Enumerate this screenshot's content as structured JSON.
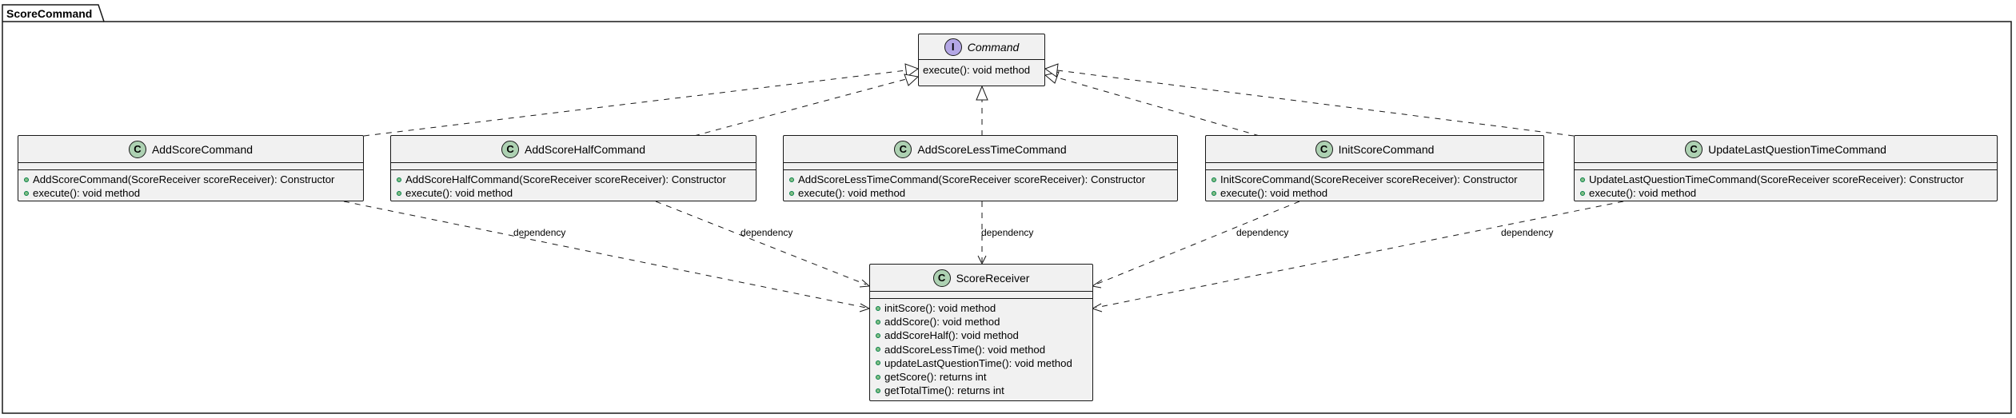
{
  "package": {
    "name": "ScoreCommand"
  },
  "interface": {
    "stereotype": "I",
    "name": "Command",
    "methods": [
      "execute(): void method"
    ]
  },
  "commands": [
    {
      "stereotype": "C",
      "name": "AddScoreCommand",
      "methods": [
        "AddScoreCommand(ScoreReceiver scoreReceiver): Constructor",
        "execute(): void method"
      ]
    },
    {
      "stereotype": "C",
      "name": "AddScoreHalfCommand",
      "methods": [
        "AddScoreHalfCommand(ScoreReceiver scoreReceiver): Constructor",
        "execute(): void method"
      ]
    },
    {
      "stereotype": "C",
      "name": "AddScoreLessTimeCommand",
      "methods": [
        "AddScoreLessTimeCommand(ScoreReceiver scoreReceiver): Constructor",
        "execute(): void method"
      ]
    },
    {
      "stereotype": "C",
      "name": "InitScoreCommand",
      "methods": [
        "InitScoreCommand(ScoreReceiver scoreReceiver): Constructor",
        "execute(): void method"
      ]
    },
    {
      "stereotype": "C",
      "name": "UpdateLastQuestionTimeCommand",
      "methods": [
        "UpdateLastQuestionTimeCommand(ScoreReceiver scoreReceiver): Constructor",
        "execute(): void method"
      ]
    }
  ],
  "receiver": {
    "stereotype": "C",
    "name": "ScoreReceiver",
    "methods": [
      "initScore(): void method",
      "addScore(): void method",
      "addScoreHalf(): void method",
      "addScoreLessTime(): void method",
      "updateLastQuestionTime(): void method",
      "getScore(): returns int",
      "getTotalTime(): returns int"
    ]
  },
  "dependency_labels": [
    "dependency",
    "dependency",
    "dependency",
    "dependency",
    "dependency"
  ],
  "colors": {
    "class_fill": "#f1f1f1",
    "border": "#181818",
    "class_badge": "#add1b2",
    "interface_badge": "#b4a7e5",
    "visibility_public_fill": "#84be84",
    "visibility_public_stroke": "#038048"
  }
}
